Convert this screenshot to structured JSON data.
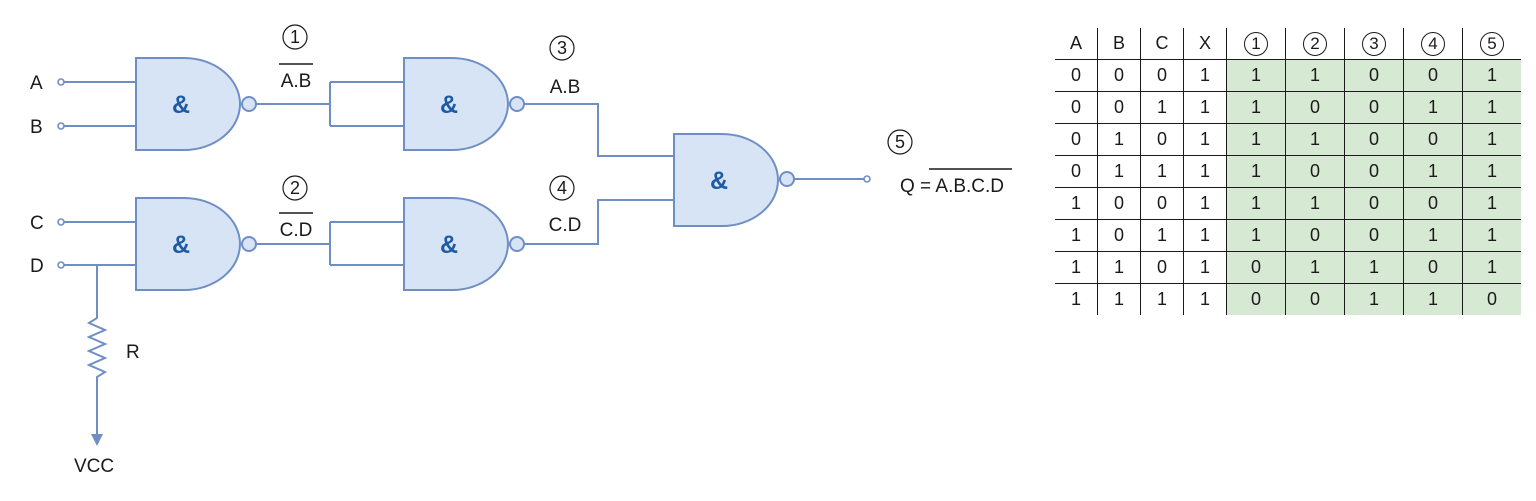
{
  "inputs": {
    "a": "A",
    "b": "B",
    "c": "C",
    "d": "D"
  },
  "gate_symbol": "&",
  "resistor_label": "R",
  "supply_label": "VCC",
  "nodes": {
    "n1": {
      "number": "1",
      "expr": "A.B",
      "overbar": true
    },
    "n2": {
      "number": "2",
      "expr": "C.D",
      "overbar": true
    },
    "n3": {
      "number": "3",
      "expr": "A.B",
      "overbar": false
    },
    "n4": {
      "number": "4",
      "expr": "C.D",
      "overbar": false
    },
    "n5": {
      "number": "5",
      "prefix": "Q = ",
      "expr": "A.B.C.D",
      "overbar": true
    }
  },
  "colors": {
    "wire": "#6f8fc4",
    "gate_fill": "#d7e4f6",
    "symbol": "#1f5aa6",
    "table_highlight": "#d6e9d2"
  },
  "truth_table": {
    "columns": [
      "A",
      "B",
      "C",
      "X",
      "1",
      "2",
      "3",
      "4",
      "5"
    ],
    "rows": [
      [
        "0",
        "0",
        "0",
        "1",
        "1",
        "1",
        "0",
        "0",
        "1"
      ],
      [
        "0",
        "0",
        "1",
        "1",
        "1",
        "0",
        "0",
        "1",
        "1"
      ],
      [
        "0",
        "1",
        "0",
        "1",
        "1",
        "1",
        "0",
        "0",
        "1"
      ],
      [
        "0",
        "1",
        "1",
        "1",
        "1",
        "0",
        "0",
        "1",
        "1"
      ],
      [
        "1",
        "0",
        "0",
        "1",
        "1",
        "1",
        "0",
        "0",
        "1"
      ],
      [
        "1",
        "0",
        "1",
        "1",
        "1",
        "0",
        "0",
        "1",
        "1"
      ],
      [
        "1",
        "1",
        "0",
        "1",
        "0",
        "1",
        "1",
        "0",
        "1"
      ],
      [
        "1",
        "1",
        "1",
        "1",
        "0",
        "0",
        "1",
        "1",
        "0"
      ]
    ]
  }
}
